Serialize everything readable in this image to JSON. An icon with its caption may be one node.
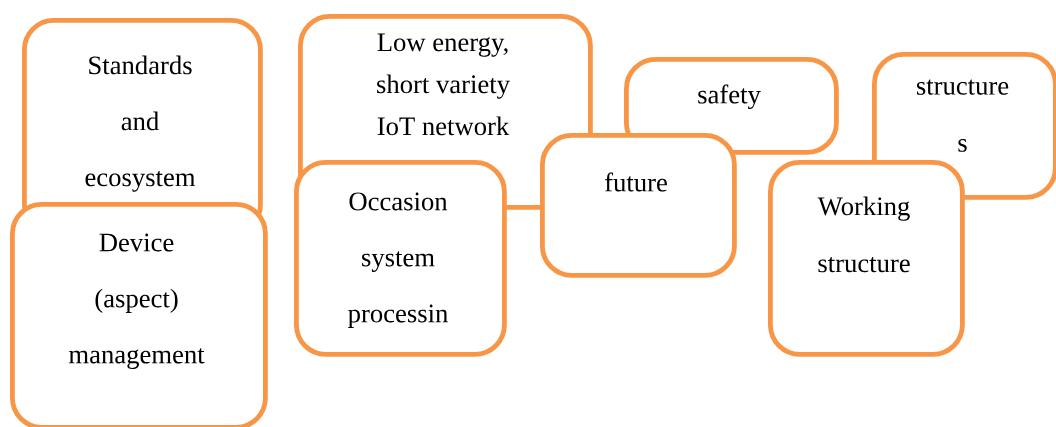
{
  "diagram": {
    "nodes": [
      {
        "text": [
          "Standards and ecosystem"
        ]
      },
      {
        "text": [
          "Low energy, short variety IoT network"
        ]
      },
      {
        "text": [
          "safety"
        ]
      },
      {
        "text": [
          "structure s"
        ]
      },
      {
        "text": [
          "Device (aspect) management"
        ]
      },
      {
        "text": [
          "Occasion system processin"
        ]
      },
      {
        "text": [
          "future"
        ]
      },
      {
        "text": [
          "Working structure"
        ]
      }
    ],
    "edges": []
  }
}
